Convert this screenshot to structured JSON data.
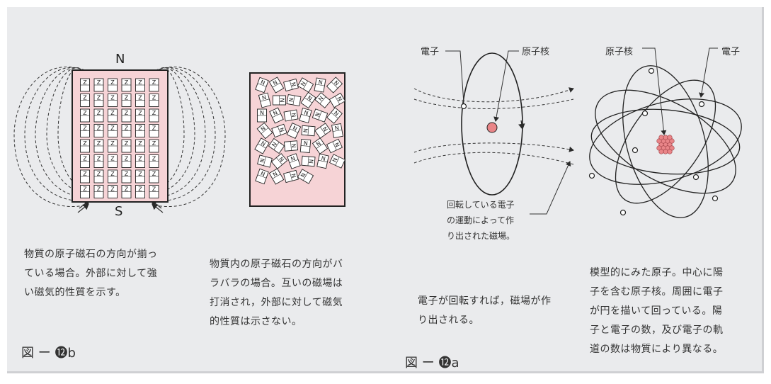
{
  "figure_b": {
    "label": "図 ー ⓬b",
    "north_label": "N",
    "south_label": "S",
    "magnet_glyph": "Z",
    "random_glyph": "N",
    "caption_aligned": "物質の原子磁石の方向が揃っ\nている場合。外部に対して強\nい磁気的性質を示す。",
    "caption_random": "物質内の原子磁石の方向がバ\nラバラの場合。互いの磁場は\n打消され，外部に対して磁気\n的性質は示さない。"
  },
  "figure_a": {
    "label": "図 ー ⓬a",
    "orbit_electron_label": "電子",
    "orbit_nucleus_label": "原子核",
    "orbit_field_caption": "回転している電子\nの運動によって作\nり出された磁場。",
    "orbit_caption": "電子が回転すれば，磁場が作\nり出される。",
    "model_nucleus_label": "原子核",
    "model_electron_label": "電子",
    "model_caption": "模型的にみた原子。中心に陽\n子を含む原子核。周囲に電子\nが円を描いて回っている。陽\n子と電子の数，及び電子の軌\n道の数は物質により異なる。"
  },
  "colors": {
    "panel": "#eaebed",
    "magnet_fill": "#f6d3d6",
    "nucleus": "#e98588",
    "ink": "#2a2a2a"
  }
}
